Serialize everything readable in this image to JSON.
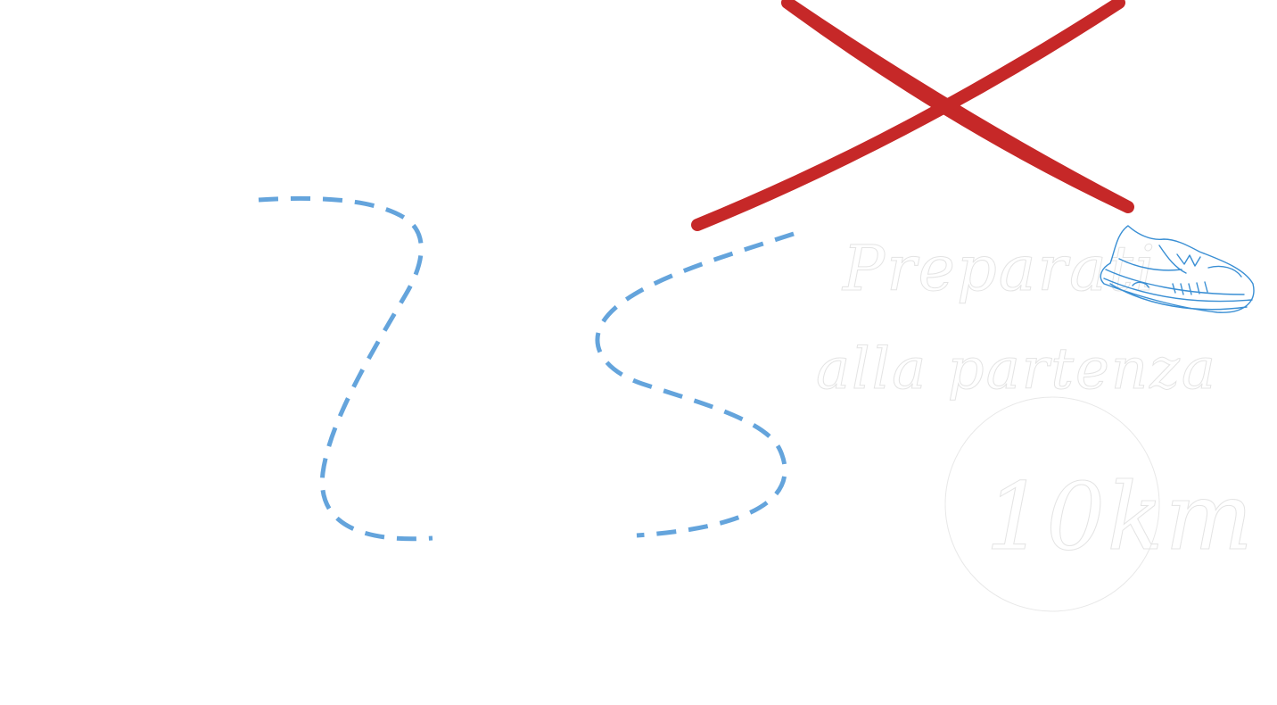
{
  "graphic": {
    "headline_line1": "Preparati",
    "headline_line2": "alla partenza",
    "distance_badge": "10km",
    "colors": {
      "cross": "#c62828",
      "dashed_path": "#64a4dc",
      "shoe": "#3a8fd4",
      "script_outline": "#e4e4e4"
    },
    "icons": [
      "red-cross-icon",
      "running-shoe-icon"
    ]
  }
}
